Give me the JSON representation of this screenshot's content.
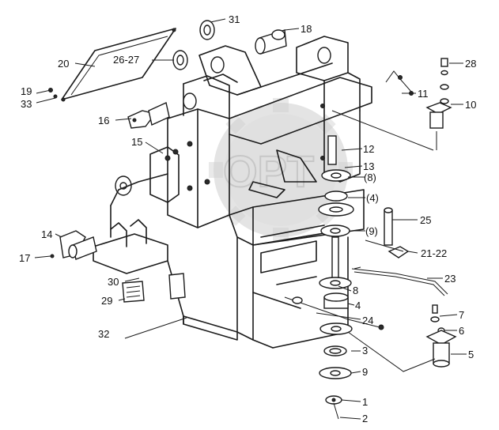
{
  "callouts": [
    {
      "id": "c1",
      "label": "1"
    },
    {
      "id": "c2",
      "label": "2"
    },
    {
      "id": "c3",
      "label": "3"
    },
    {
      "id": "c4",
      "label": "4"
    },
    {
      "id": "c4p",
      "label": "(4)"
    },
    {
      "id": "c5",
      "label": "5"
    },
    {
      "id": "c6",
      "label": "6"
    },
    {
      "id": "c7",
      "label": "7"
    },
    {
      "id": "c8",
      "label": "8"
    },
    {
      "id": "c8p",
      "label": "(8)"
    },
    {
      "id": "c9",
      "label": "9"
    },
    {
      "id": "c9p",
      "label": "(9)"
    },
    {
      "id": "c10",
      "label": "10"
    },
    {
      "id": "c11",
      "label": "11"
    },
    {
      "id": "c12",
      "label": "12"
    },
    {
      "id": "c13",
      "label": "13"
    },
    {
      "id": "c14",
      "label": "14"
    },
    {
      "id": "c15",
      "label": "15"
    },
    {
      "id": "c16",
      "label": "16"
    },
    {
      "id": "c17",
      "label": "17"
    },
    {
      "id": "c18",
      "label": "18"
    },
    {
      "id": "c19",
      "label": "19"
    },
    {
      "id": "c20",
      "label": "20"
    },
    {
      "id": "c2122",
      "label": "21-22"
    },
    {
      "id": "c23",
      "label": "23"
    },
    {
      "id": "c24",
      "label": "24"
    },
    {
      "id": "c25",
      "label": "25"
    },
    {
      "id": "c2627",
      "label": "26-27"
    },
    {
      "id": "c28",
      "label": "28"
    },
    {
      "id": "c29",
      "label": "29"
    },
    {
      "id": "c30",
      "label": "30"
    },
    {
      "id": "c31",
      "label": "31"
    },
    {
      "id": "c32",
      "label": "32"
    },
    {
      "id": "c33",
      "label": "33"
    }
  ],
  "watermark": {
    "text": "OPT"
  }
}
